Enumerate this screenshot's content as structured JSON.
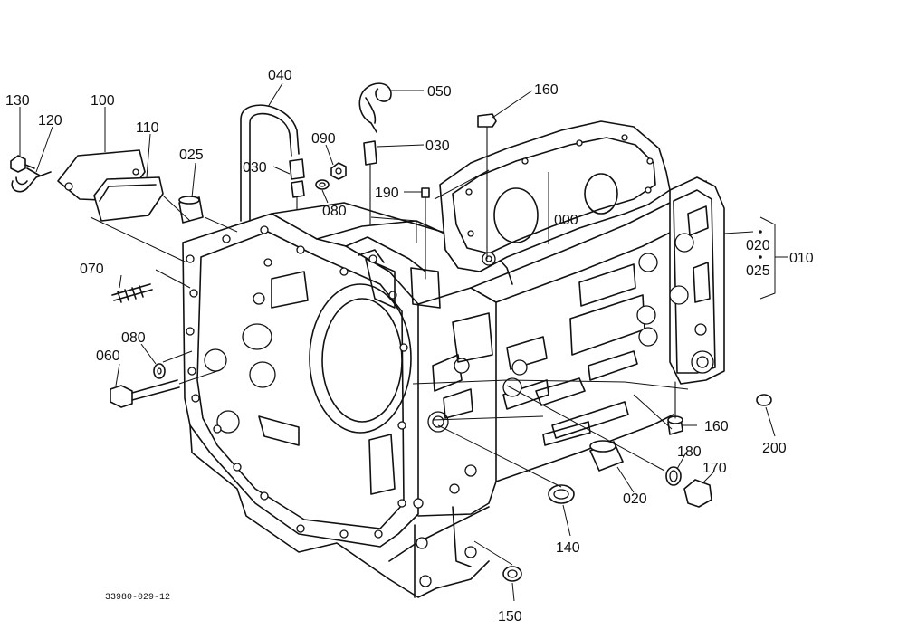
{
  "drawing_code": "33980-029-12",
  "callouts": {
    "c130": "130",
    "c120": "120",
    "c100": "100",
    "c110": "110",
    "c025a": "025",
    "c040": "040",
    "c030a": "030",
    "c090": "090",
    "c080a": "080",
    "c050": "050",
    "c030b": "030",
    "c160a": "160",
    "c190": "190",
    "c000": "000",
    "c020a": "020",
    "c025b": "025",
    "c010": "010",
    "c070": "070",
    "c080b": "080",
    "c060": "060",
    "c160b": "160",
    "c200": "200",
    "c180": "180",
    "c170": "170",
    "c020b": "020",
    "c140": "140",
    "c150": "150"
  }
}
